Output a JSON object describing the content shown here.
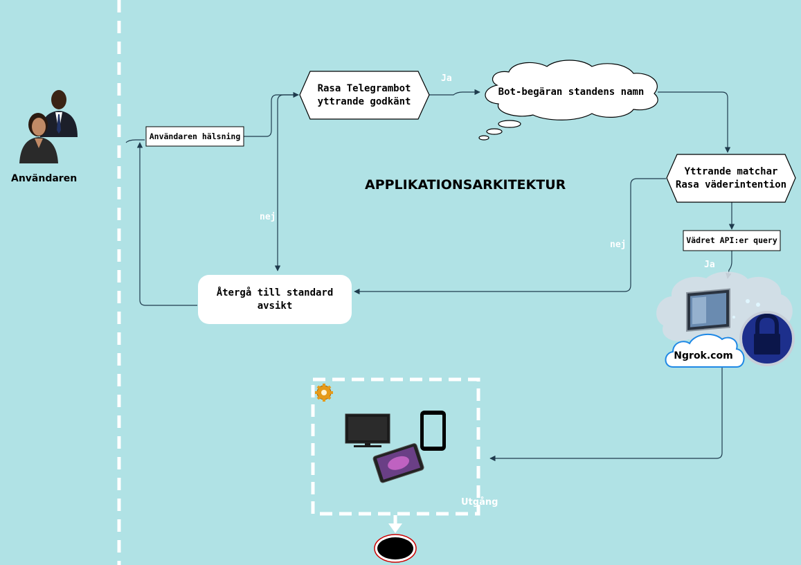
{
  "title": "APPLIKATIONSARKITEKTUR",
  "actor": {
    "label": "Användaren",
    "icon": "users-icon"
  },
  "nodes": {
    "greeting": "Användaren hälsning",
    "telegram_bot": "Rasa Telegrambot\nyttrande godkänt",
    "bot_request": "Bot-begäran standens namn",
    "intent_match": "Yttrande matchar\nRasa väderintention",
    "api_query": "Vädret API:er query",
    "fallback": "Återgå till standard avsikt",
    "ngrok": "Ngrok.com"
  },
  "edge_labels": {
    "yes_top": "Ja",
    "no_left": "nej",
    "no_right": "nej",
    "yes_right": "Ja",
    "exit": "Utgång"
  },
  "icons": [
    "users-icon",
    "gear-icon",
    "monitor-icon",
    "phone-icon",
    "tablet-icon",
    "cloud-server-icon",
    "lock-icon",
    "end-node-icon"
  ],
  "colors": {
    "background": "#b0e2e5",
    "edge": "#1f3b4d",
    "dash": "#ffffff",
    "end_ring": "#cc0000"
  }
}
